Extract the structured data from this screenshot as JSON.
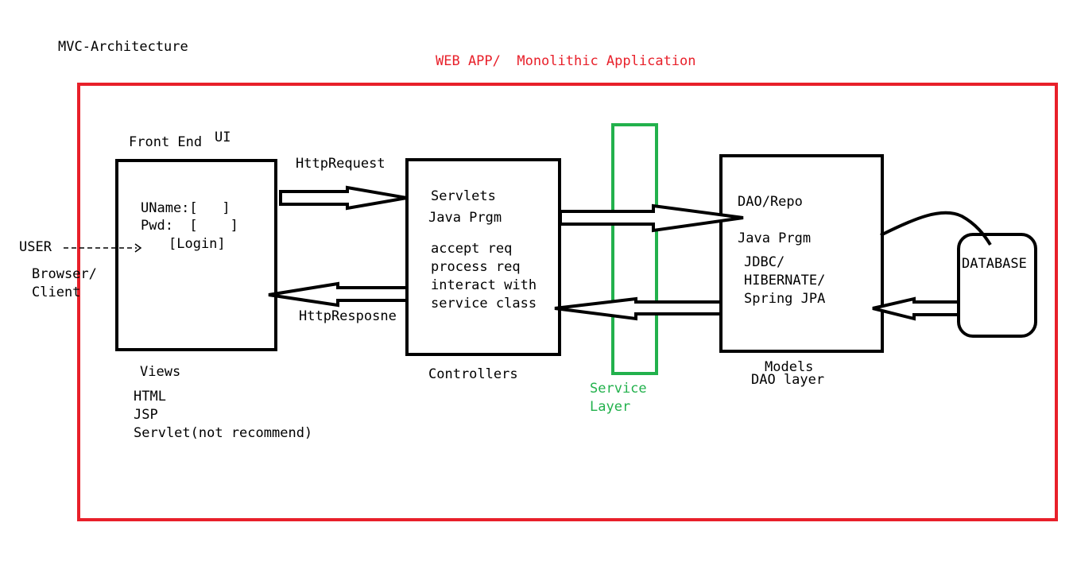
{
  "colors": {
    "outline": "#000000",
    "web_app_border": "#e8202a",
    "service_layer": "#22b14c",
    "background": "#ffffff"
  },
  "page_title": "MVC-Architecture",
  "web_app_title": "WEB APP/  Monolithic Application",
  "user_label": "USER",
  "browser_client": [
    "Browser/",
    "Client"
  ],
  "front_end": {
    "heading": "Front End",
    "heading_suffix": "UI",
    "form_lines": [
      "UName:[   ]",
      "Pwd:  [    ]",
      "[Login]"
    ],
    "caption": "Views",
    "tech_list": [
      "HTML",
      "JSP",
      "Servlet(not recommend)"
    ]
  },
  "http_request_label": "HttpRequest",
  "http_response_label": "HttpResposne",
  "controller": {
    "lines": [
      "Servlets",
      "Java Prgm"
    ],
    "duties": [
      "accept req",
      "process req",
      "interact with",
      "service class"
    ],
    "caption": "Controllers"
  },
  "service_layer_label": [
    "Service",
    "Layer"
  ],
  "dao": {
    "lines": [
      "DAO/Repo",
      "Java Prgm"
    ],
    "tech": [
      "JDBC/",
      "HIBERNATE/",
      "Spring JPA"
    ],
    "caption": [
      "Models",
      "DAO layer"
    ]
  },
  "database_label": "DATABASE"
}
